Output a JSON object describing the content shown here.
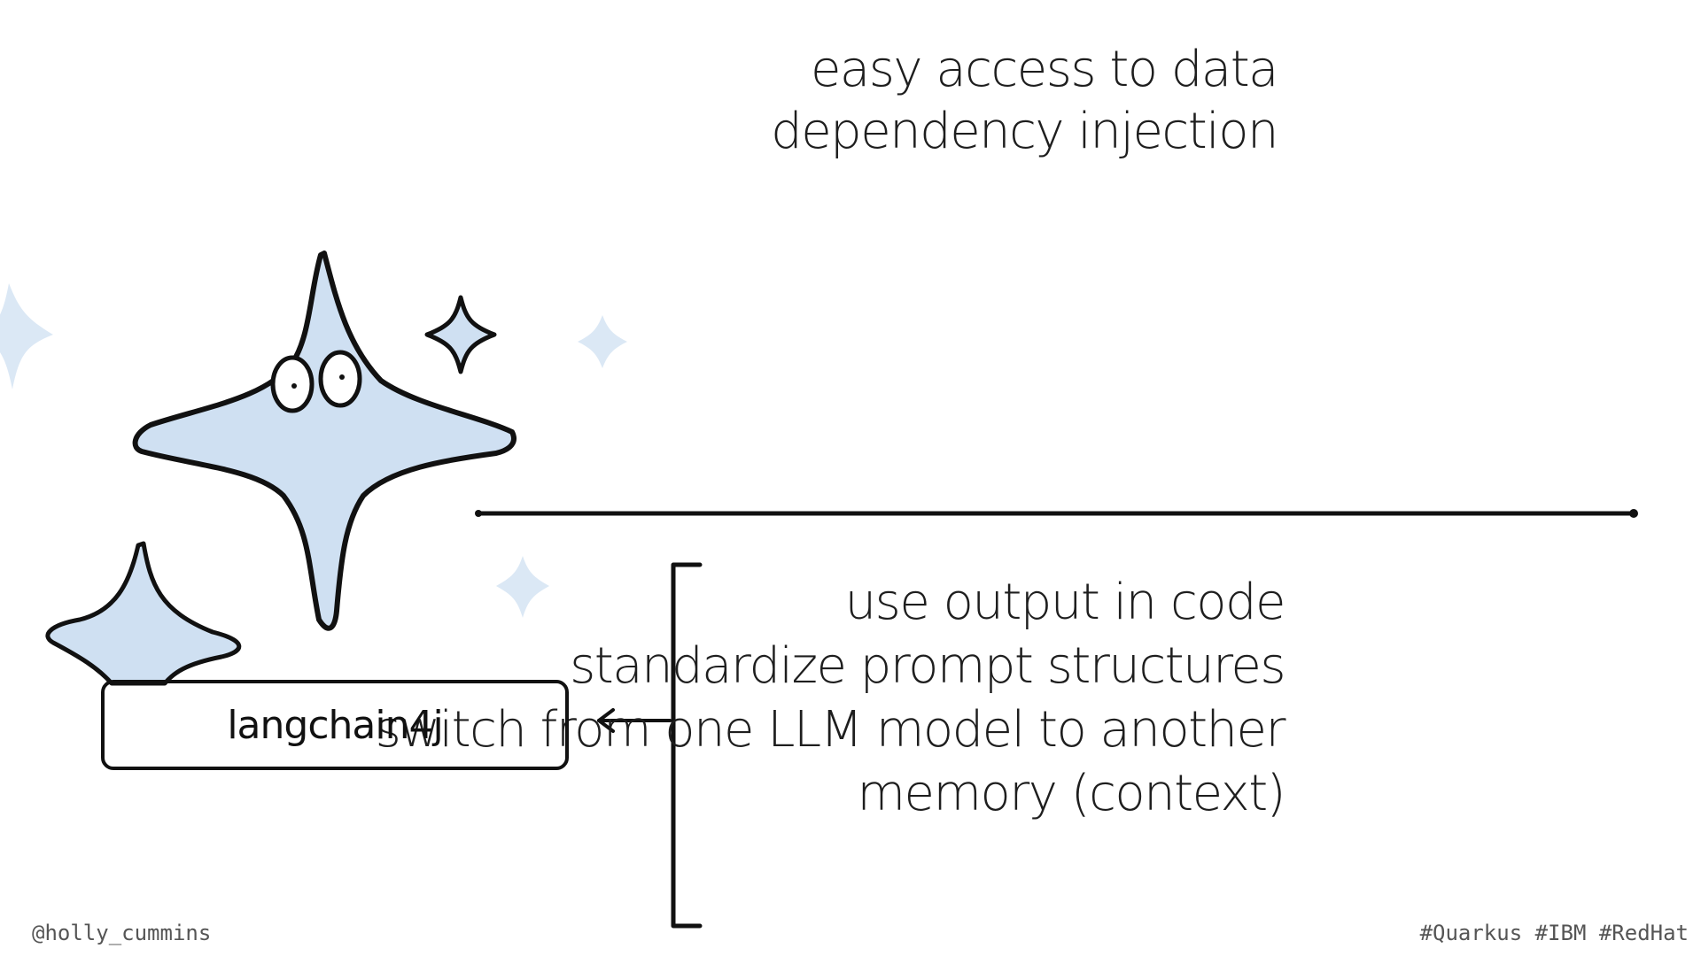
{
  "top_features": [
    "easy access to data",
    "dependency injection"
  ],
  "bottom_features": [
    "use output in code",
    "standardize prompt structures",
    "switch from one LLM model to another",
    "memory (context)"
  ],
  "box_label": "langchain4j",
  "footer": {
    "handle": "@holly_cummins",
    "tags": "#Quarkus #IBM #RedHat"
  },
  "colors": {
    "ink": "#111111",
    "sparkle_fill": "#cfe0f2"
  },
  "icons": [
    "sparkle-character-icon",
    "small-sparkle-icon",
    "arrow-left-icon",
    "bracket-icon"
  ]
}
